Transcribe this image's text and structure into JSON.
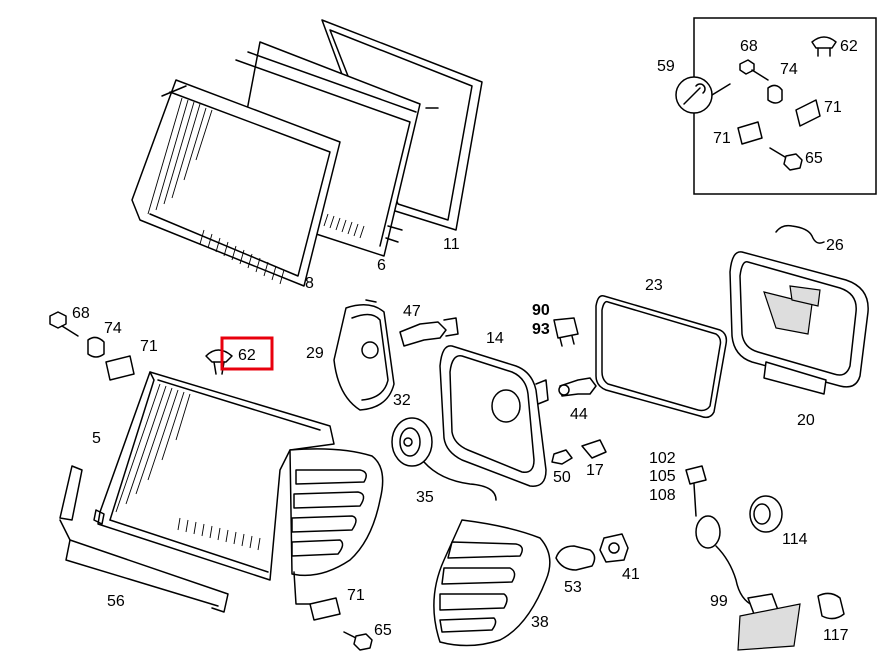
{
  "labels": {
    "l8": "8",
    "l6": "6",
    "l11": "11",
    "l59": "59",
    "l68a": "68",
    "l62a": "62",
    "l74a": "74",
    "l71a": "71",
    "l71b": "71",
    "l65a": "65",
    "l26": "26",
    "l23": "23",
    "l20": "20",
    "l68b": "68",
    "l74b": "74",
    "l71c": "71",
    "l62b": "62",
    "l29": "29",
    "l47": "47",
    "l32": "32",
    "l14": "14",
    "l90": "90",
    "l93": "93",
    "l44": "44",
    "l5": "5",
    "l50": "50",
    "l17": "17",
    "l35": "35",
    "l102": "102",
    "l105": "105",
    "l108": "108",
    "l114": "114",
    "l56": "56",
    "l71d": "71",
    "l65b": "65",
    "l38": "38",
    "l53": "53",
    "l41": "41",
    "l99": "99",
    "l117": "117"
  },
  "highlight": {
    "color": "#e8000d",
    "label": "62"
  }
}
